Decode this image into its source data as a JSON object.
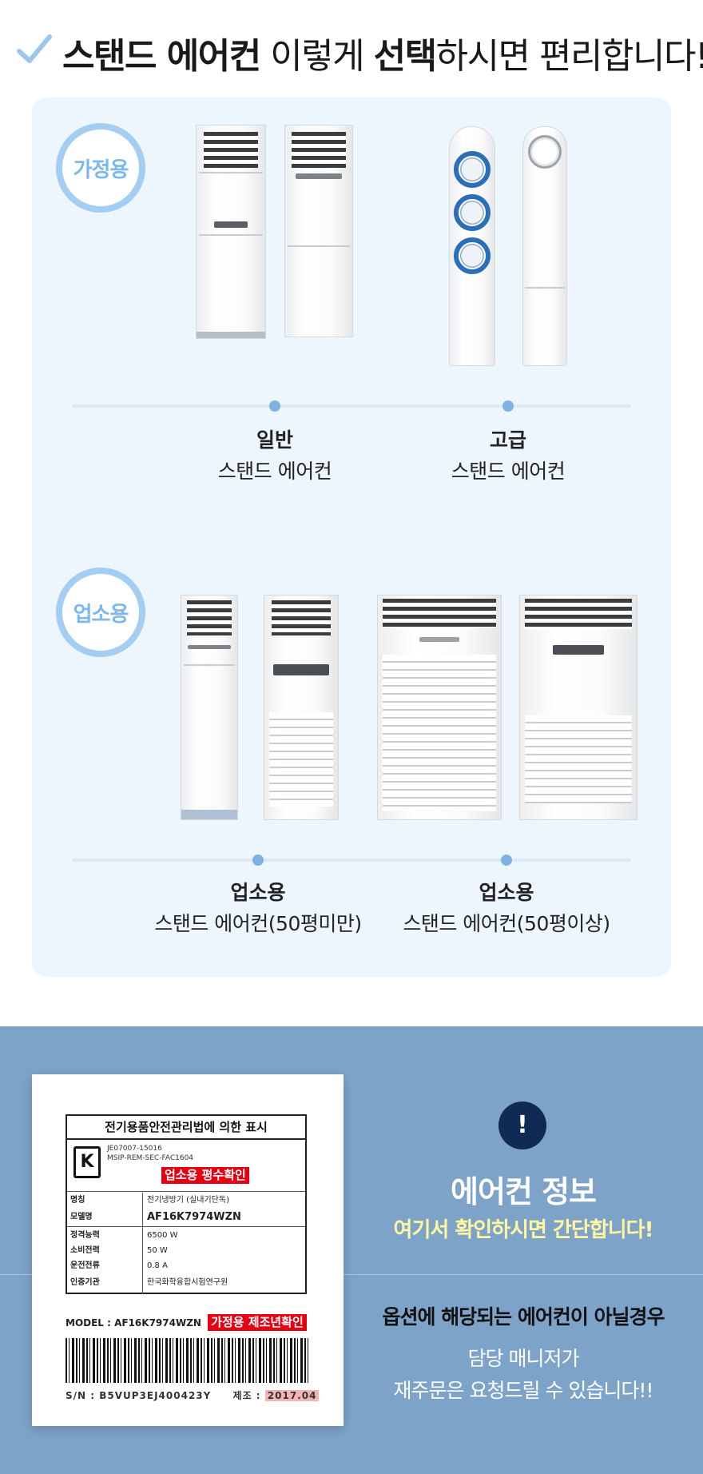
{
  "header": {
    "part1": "스탠드 에어컨",
    "part2": " 이렇게 ",
    "part3": "선택",
    "part4": "하시면 편리합니다!"
  },
  "home": {
    "badge": "가정용",
    "items": [
      {
        "title": "일반",
        "sub": "스탠드 에어컨"
      },
      {
        "title": "고급",
        "sub": "스탠드 에어컨"
      }
    ]
  },
  "business": {
    "badge": "업소용",
    "items": [
      {
        "title": "업소용",
        "sub": "스탠드 에어컨(50평미만)"
      },
      {
        "title": "업소용",
        "sub": "스탠드 에어컨(50평이상)"
      }
    ]
  },
  "label": {
    "title": "전기용품안전관리법에 의한 표시",
    "cert1": "JE07007-15016",
    "cert2": "MSIP-REM-SEC-FAC1604",
    "tag_business": "업소용 평수확인",
    "rows": [
      {
        "k": "명칭",
        "v": "전기냉방기 (실내기단독)"
      },
      {
        "k": "모델명",
        "v": "AF16K7974WZN"
      },
      {
        "k": "정격능력",
        "v": "6500 W"
      },
      {
        "k": "소비전력",
        "v": "50 W"
      },
      {
        "k": "운전전류",
        "v": "0.8 A"
      },
      {
        "k": "인증기관",
        "v": "한국화학융합시험연구원"
      }
    ],
    "model": "MODEL : AF16K7974WZN",
    "tag_home": "가정용 제조년확인",
    "sn": "S/N : B5VUP3EJ400423Y",
    "made_label": "제조 :",
    "made_value": "2017.04"
  },
  "info": {
    "icon": "!",
    "title": "에어컨 정보",
    "subtitle": "여기서 확인하시면 간단합니다!",
    "note_bold": "옵션에 해당되는 에어컨이 아닐경우",
    "note1": "담당 매니저가",
    "note2": "재주문은 요청드릴 수 있습니다!!"
  },
  "colors": {
    "badge_ring": "#a4cdf2",
    "panel_bg": "#eef6fd",
    "bottom_bg": "#7da3c9",
    "info_icon": "#102a56",
    "highlight": "#fff6a0"
  }
}
